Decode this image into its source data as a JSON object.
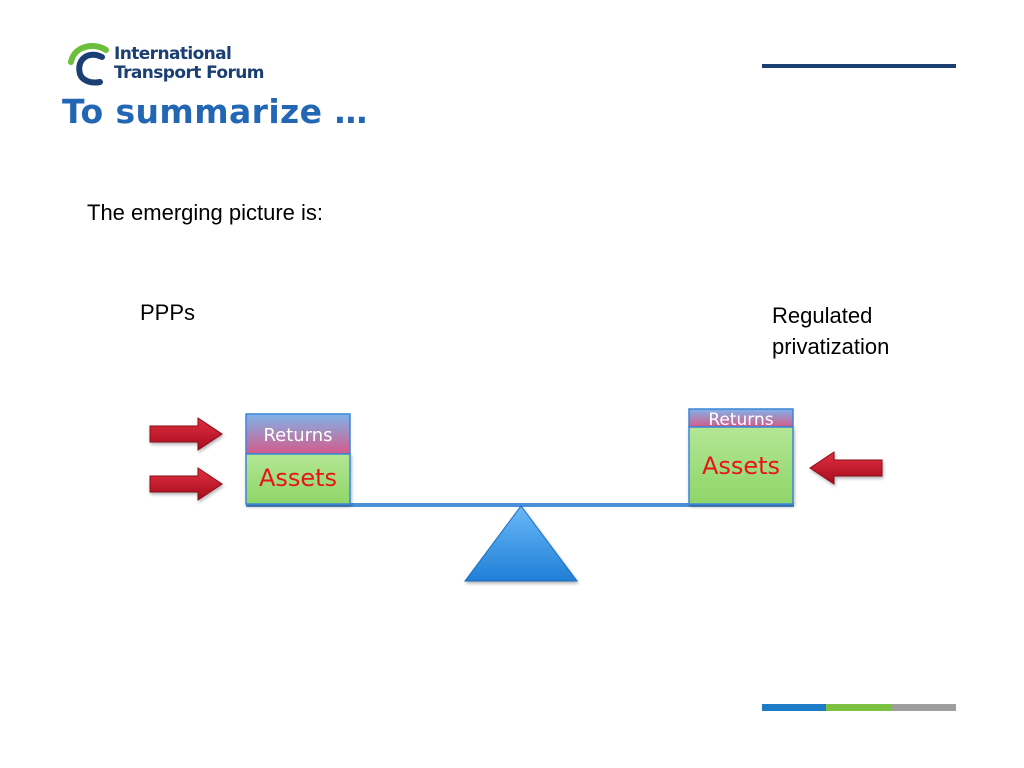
{
  "logo": {
    "line1": "International",
    "line2": "Transport Forum",
    "colors": {
      "text": "#1b3f73",
      "arc_green": "#6cbf3a",
      "arc_blue": "#1b3f73"
    }
  },
  "title": "To summarize …",
  "subtitle": "The emerging picture is:",
  "seesaw": {
    "left_label": "PPPs",
    "right_label_line1": "Regulated",
    "right_label_line2": "privatization",
    "left_box": {
      "returns": "Returns",
      "assets": "Assets"
    },
    "right_box": {
      "returns": "Returns",
      "assets": "Assets"
    },
    "colors": {
      "fulcrum": "#2e8fe0",
      "beam": "#4a90d9",
      "returns_top": "#7fb4ea",
      "returns_bottom": "#d55a8a",
      "assets": "#9cdc74",
      "assets_text": "#e8141c",
      "arrow": "#c8102e"
    }
  },
  "footer_colors": [
    "#1e7bc6",
    "#7cc242",
    "#9e9e9e"
  ]
}
